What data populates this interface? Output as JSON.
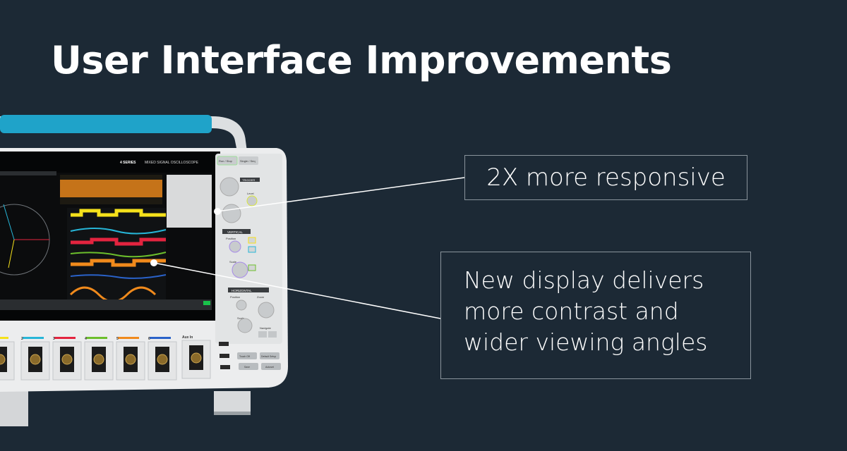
{
  "headline": "User Interface Improvements",
  "callouts": [
    {
      "text": "2X more responsive"
    },
    {
      "lines": [
        "New display delivers",
        "more contrast and",
        "wider viewing angles"
      ]
    }
  ],
  "scope": {
    "series": "4 SERIES",
    "model": "MIXED SIGNAL OSCILLOSCOPE",
    "buttons": {
      "run_stop": "Run / Stop",
      "single_seq": "Single / Seq",
      "touch_off": "Touch Off",
      "default_setup": "Default Setup",
      "save": "Save",
      "autoset": "Autoset"
    },
    "sections": {
      "trigger": "TRIGGER",
      "vertical": "VERTICAL",
      "horizontal": "HORIZONTAL"
    },
    "knob_labels": {
      "level": "Level",
      "position": "Position",
      "scale": "Scale",
      "h_position": "Position",
      "h_scale": "Scale",
      "zoom": "Zoom",
      "navigate": "Navigate"
    },
    "channels": [
      "2",
      "3",
      "4",
      "5",
      "6"
    ],
    "aux_in": "Aux In",
    "channel_colors": [
      "#f5e11b",
      "#27b6d8",
      "#e3243f",
      "#6cbf2c",
      "#f08a1c",
      "#2a62c9"
    ],
    "handle_color": "#1fa3c9"
  }
}
